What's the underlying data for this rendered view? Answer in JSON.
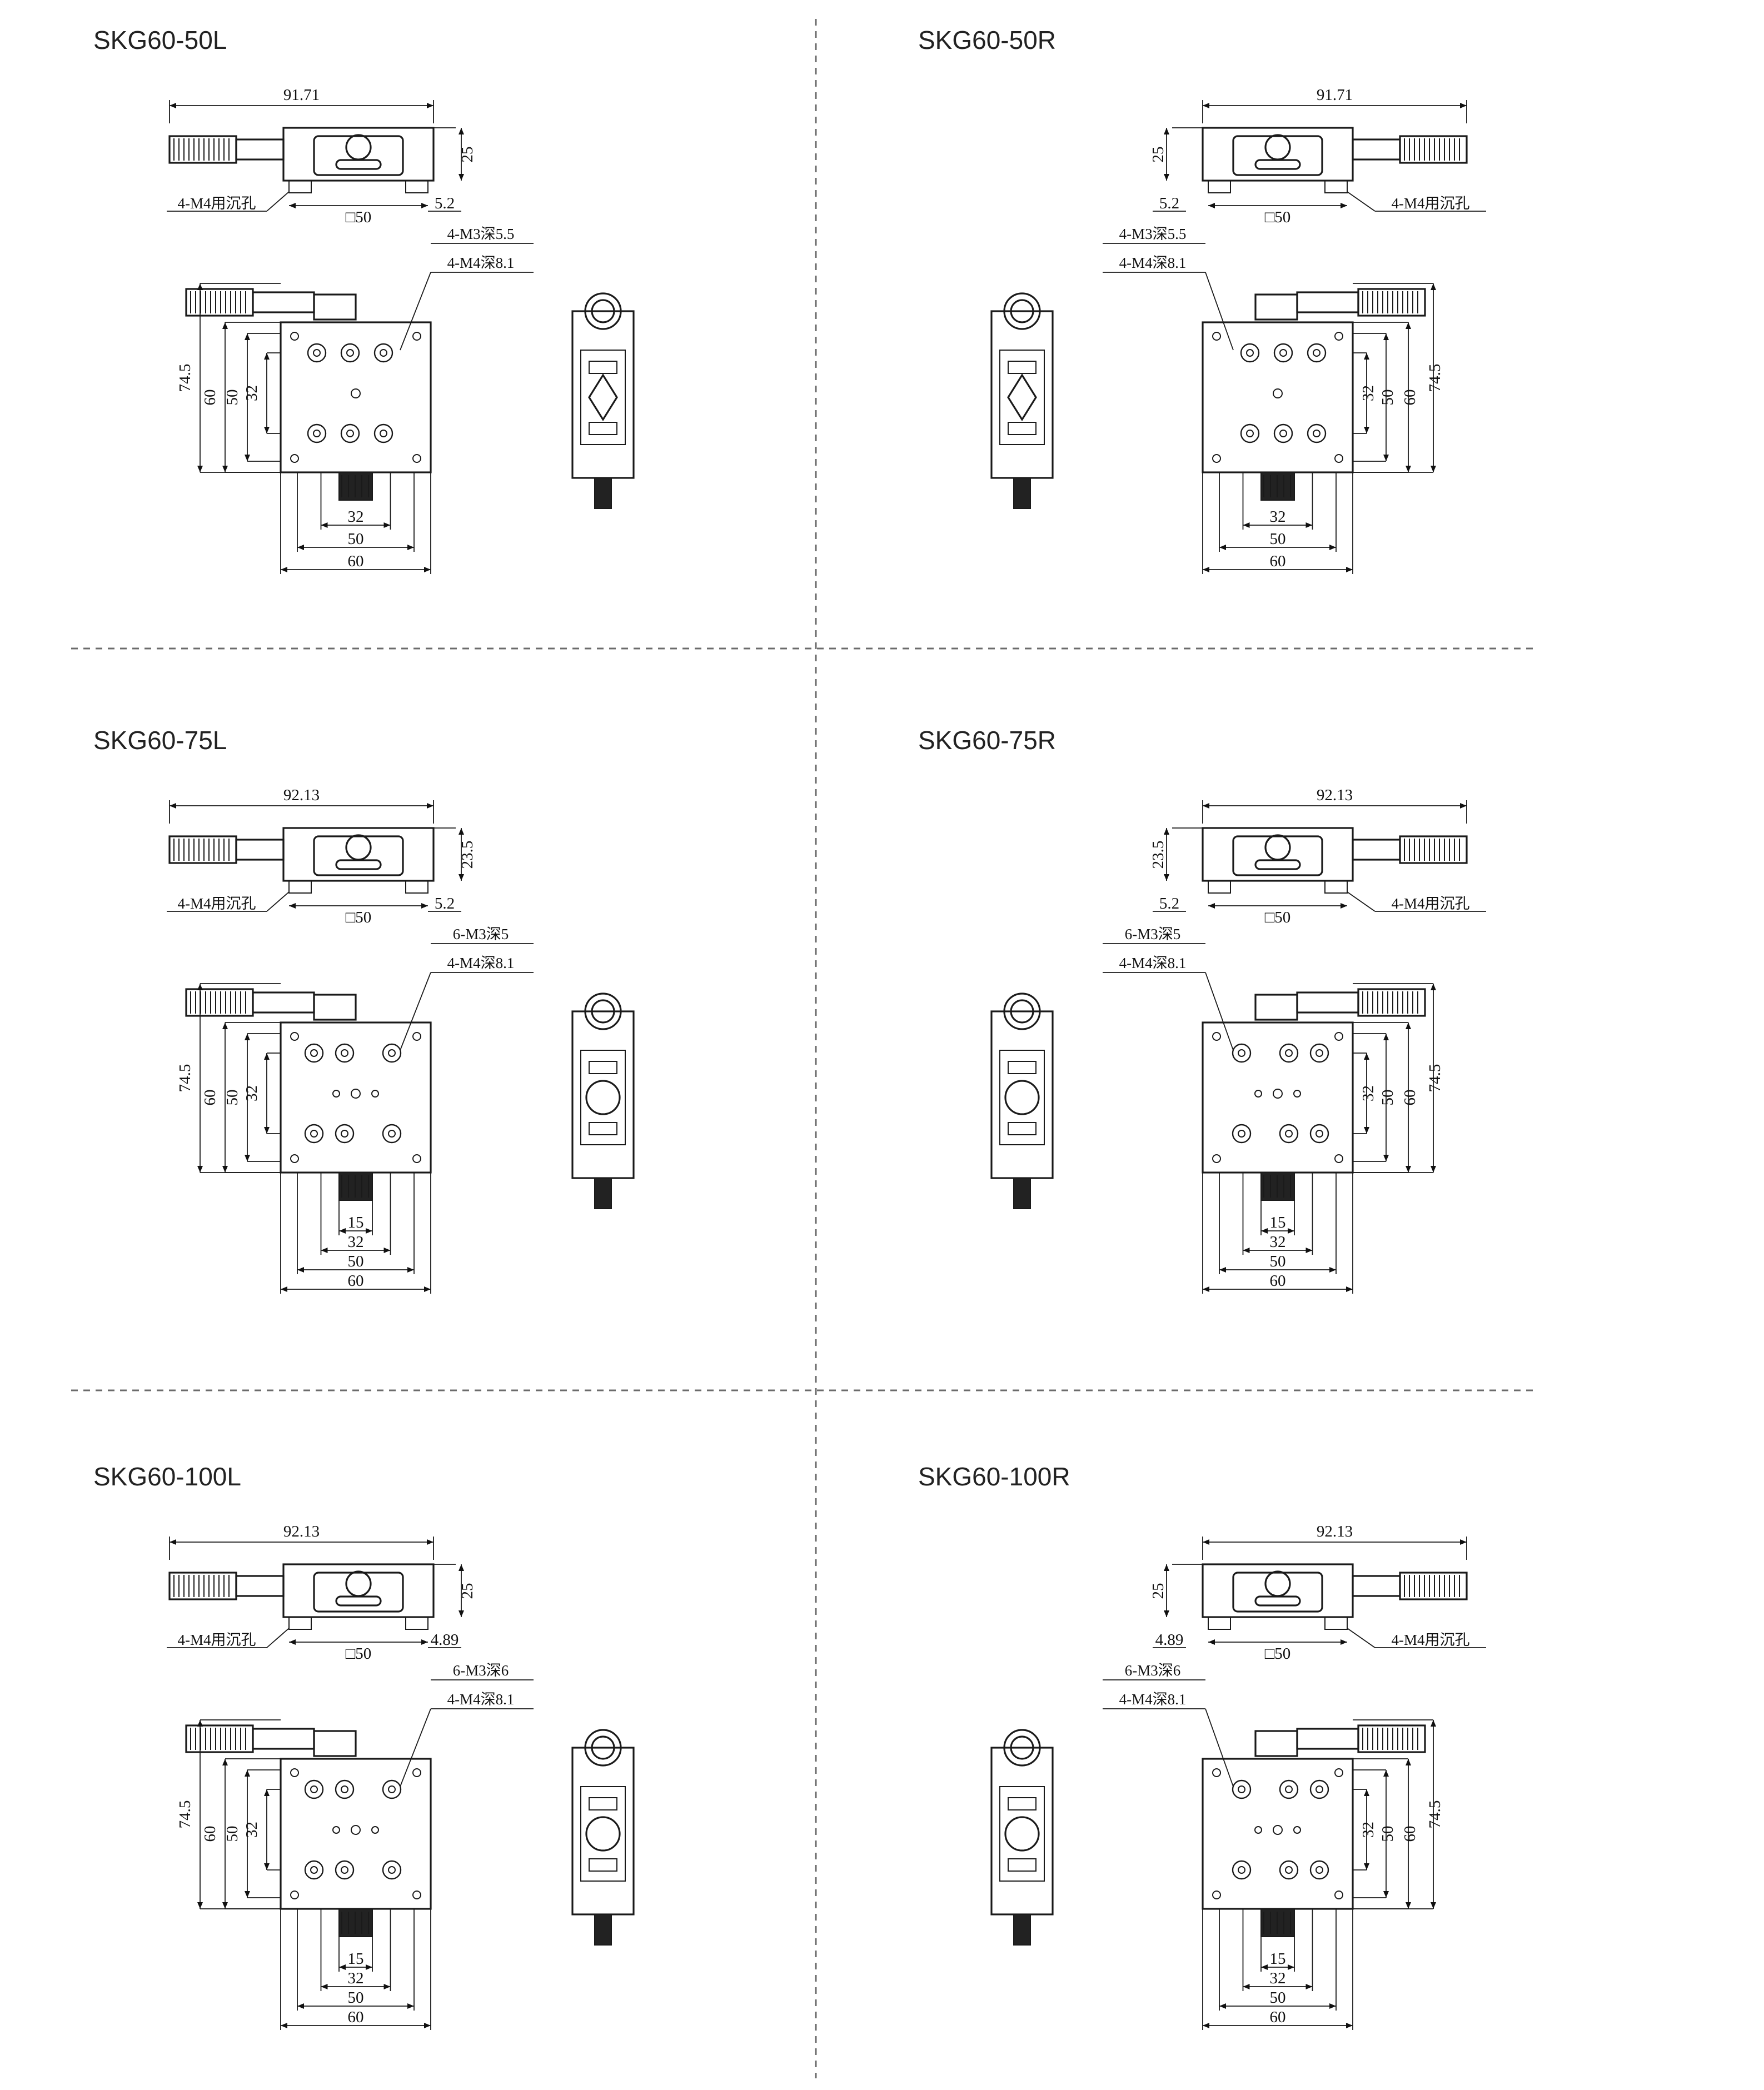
{
  "panels": [
    {
      "title": "SKG60-50L",
      "side": "L",
      "width_label": "91.71",
      "height_label": "25",
      "offset_label": "5.2",
      "mount_label": "4-M4用沉孔",
      "square_label": "□50",
      "hole_label_1": "4-M3深5.5",
      "hole_label_2": "4-M4深8.1",
      "dim_74": "74.5",
      "dim_60": "60",
      "dim_50": "50",
      "dim_32": "32",
      "dim_15": "",
      "bottom_32": "32",
      "bottom_50": "50",
      "bottom_60": "60"
    },
    {
      "title": "SKG60-50R",
      "side": "R",
      "width_label": "91.71",
      "height_label": "25",
      "offset_label": "5.2",
      "mount_label": "4-M4用沉孔",
      "square_label": "□50",
      "hole_label_1": "4-M3深5.5",
      "hole_label_2": "4-M4深8.1",
      "dim_74": "74.5",
      "dim_60": "60",
      "dim_50": "50",
      "dim_32": "32",
      "dim_15": "",
      "bottom_32": "32",
      "bottom_50": "50",
      "bottom_60": "60"
    },
    {
      "title": "SKG60-75L",
      "side": "L",
      "width_label": "92.13",
      "height_label": "23.5",
      "offset_label": "5.2",
      "mount_label": "4-M4用沉孔",
      "square_label": "□50",
      "hole_label_1": "6-M3深5",
      "hole_label_2": "4-M4深8.1",
      "dim_74": "74.5",
      "dim_60": "60",
      "dim_50": "50",
      "dim_32": "32",
      "dim_15": "15",
      "bottom_32": "32",
      "bottom_50": "50",
      "bottom_60": "60"
    },
    {
      "title": "SKG60-75R",
      "side": "R",
      "width_label": "92.13",
      "height_label": "23.5",
      "offset_label": "5.2",
      "mount_label": "4-M4用沉孔",
      "square_label": "□50",
      "hole_label_1": "6-M3深5",
      "hole_label_2": "4-M4深8.1",
      "dim_74": "74.5",
      "dim_60": "60",
      "dim_50": "50",
      "dim_32": "32",
      "dim_15": "15",
      "bottom_32": "32",
      "bottom_50": "50",
      "bottom_60": "60"
    },
    {
      "title": "SKG60-100L",
      "side": "L",
      "width_label": "92.13",
      "height_label": "25",
      "offset_label": "4.89",
      "mount_label": "4-M4用沉孔",
      "square_label": "□50",
      "hole_label_1": "6-M3深6",
      "hole_label_2": "4-M4深8.1",
      "dim_74": "74.5",
      "dim_60": "60",
      "dim_50": "50",
      "dim_32": "32",
      "dim_15": "15",
      "bottom_32": "32",
      "bottom_50": "50",
      "bottom_60": "60"
    },
    {
      "title": "SKG60-100R",
      "side": "R",
      "width_label": "92.13",
      "height_label": "25",
      "offset_label": "4.89",
      "mount_label": "4-M4用沉孔",
      "square_label": "□50",
      "hole_label_1": "6-M3深6",
      "hole_label_2": "4-M4深8.1",
      "dim_74": "74.5",
      "dim_60": "60",
      "dim_50": "50",
      "dim_32": "32",
      "dim_15": "15",
      "bottom_32": "32",
      "bottom_50": "50",
      "bottom_60": "60"
    }
  ]
}
